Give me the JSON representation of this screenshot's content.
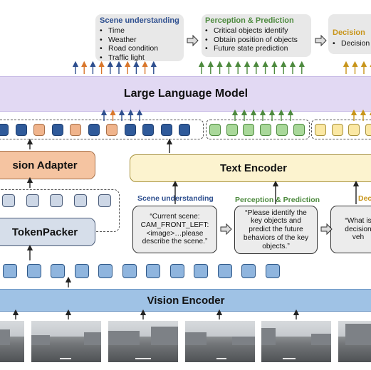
{
  "top": {
    "scene": {
      "title": "Scene understanding",
      "items": [
        "Time",
        "Weather",
        "Road condition",
        "Traffic light"
      ]
    },
    "perception": {
      "title": "Perception & Prediction",
      "items": [
        "Critical objects identify",
        "Obtain position of objects",
        "Future state prediction"
      ]
    },
    "decision": {
      "title": "Decision",
      "items": [
        "Decision"
      ]
    }
  },
  "llm_label": "Large Language Model",
  "vision_adapter_label": "sion Adapter",
  "text_encoder_label": "Text Encoder",
  "tokenpacker_label": "TokenPacker",
  "prompts": {
    "scene": {
      "label": "Scene understanding",
      "text": "“Current scene: CAM_FRONT_LEFT: <image>…please describe the scene.”"
    },
    "perception": {
      "label": "Perception & Prediction",
      "text": "“Please identify the key objects and predict the future behaviors of the key objects.”"
    },
    "decision": {
      "label": "Dec",
      "text": "“What is decision veh"
    }
  },
  "vision_encoder_label": "Vision Encoder",
  "colors": {
    "scene_title": "#2e4f8f",
    "perception_title": "#4d8a3e",
    "decision_title": "#c8951a",
    "llm": "#e2d9f3",
    "vision_adapter": "#f5c4a1",
    "text_encoder": "#fcf3cf",
    "vision_encoder": "#9fc2e5"
  }
}
